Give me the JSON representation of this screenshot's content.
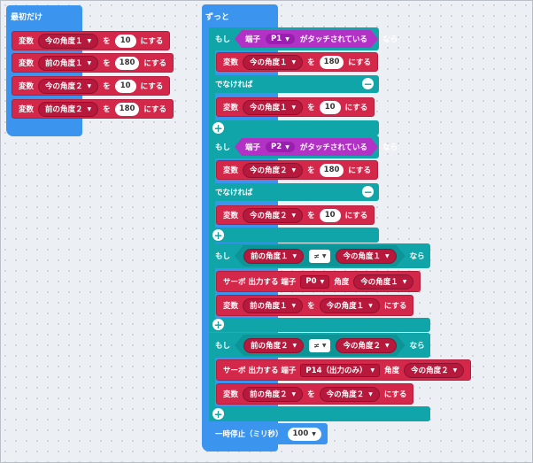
{
  "on_start": {
    "label": "最初だけ",
    "rows": [
      {
        "kw": "変数",
        "var": "今の角度１",
        "op": "を",
        "val": "10",
        "tail": "にする"
      },
      {
        "kw": "変数",
        "var": "前の角度１",
        "op": "を",
        "val": "180",
        "tail": "にする"
      },
      {
        "kw": "変数",
        "var": "今の角度２",
        "op": "を",
        "val": "10",
        "tail": "にする"
      },
      {
        "kw": "変数",
        "var": "前の角度２",
        "op": "を",
        "val": "180",
        "tail": "にする"
      }
    ]
  },
  "forever": {
    "label": "ずっと",
    "if1": {
      "if": "もし",
      "pin_kw": "端子",
      "pin": "P1",
      "touch": "がタッチされている",
      "then": "なら",
      "set": {
        "kw": "変数",
        "var": "今の角度１",
        "op": "を",
        "val": "180",
        "tail": "にする"
      },
      "else": "でなければ",
      "else_set": {
        "kw": "変数",
        "var": "今の角度１",
        "op": "を",
        "val": "10",
        "tail": "にする"
      }
    },
    "if2": {
      "if": "もし",
      "pin_kw": "端子",
      "pin": "P2",
      "touch": "がタッチされている",
      "then": "なら",
      "set": {
        "kw": "変数",
        "var": "今の角度２",
        "op": "を",
        "val": "180",
        "tail": "にする"
      },
      "else": "でなければ",
      "else_set": {
        "kw": "変数",
        "var": "今の角度２",
        "op": "を",
        "val": "10",
        "tail": "にする"
      }
    },
    "if3": {
      "if": "もし",
      "left": "前の角度１",
      "op": "≠",
      "right": "今の角度１",
      "then": "なら",
      "servo": {
        "kw": "サーボ 出力する 端子",
        "pin": "P0",
        "angle_kw": "角度",
        "angle": "今の角度１"
      },
      "set": {
        "kw": "変数",
        "var": "前の角度１",
        "op": "を",
        "val": "今の角度１",
        "tail": "にする"
      }
    },
    "if4": {
      "if": "もし",
      "left": "前の角度２",
      "op": "≠",
      "right": "今の角度２",
      "then": "なら",
      "servo": {
        "kw": "サーボ 出力する 端子",
        "pin": "P14（出力のみ）",
        "angle_kw": "角度",
        "angle": "今の角度２"
      },
      "set": {
        "kw": "変数",
        "var": "前の角度２",
        "op": "を",
        "val": "今の角度２",
        "tail": "にする"
      }
    },
    "pause": {
      "label": "一時停止（ミリ秒）",
      "val": "100"
    }
  },
  "icons": {
    "dropdown": "caret-down-icon",
    "remove": "minus-circle-icon",
    "add": "plus-circle-icon"
  }
}
